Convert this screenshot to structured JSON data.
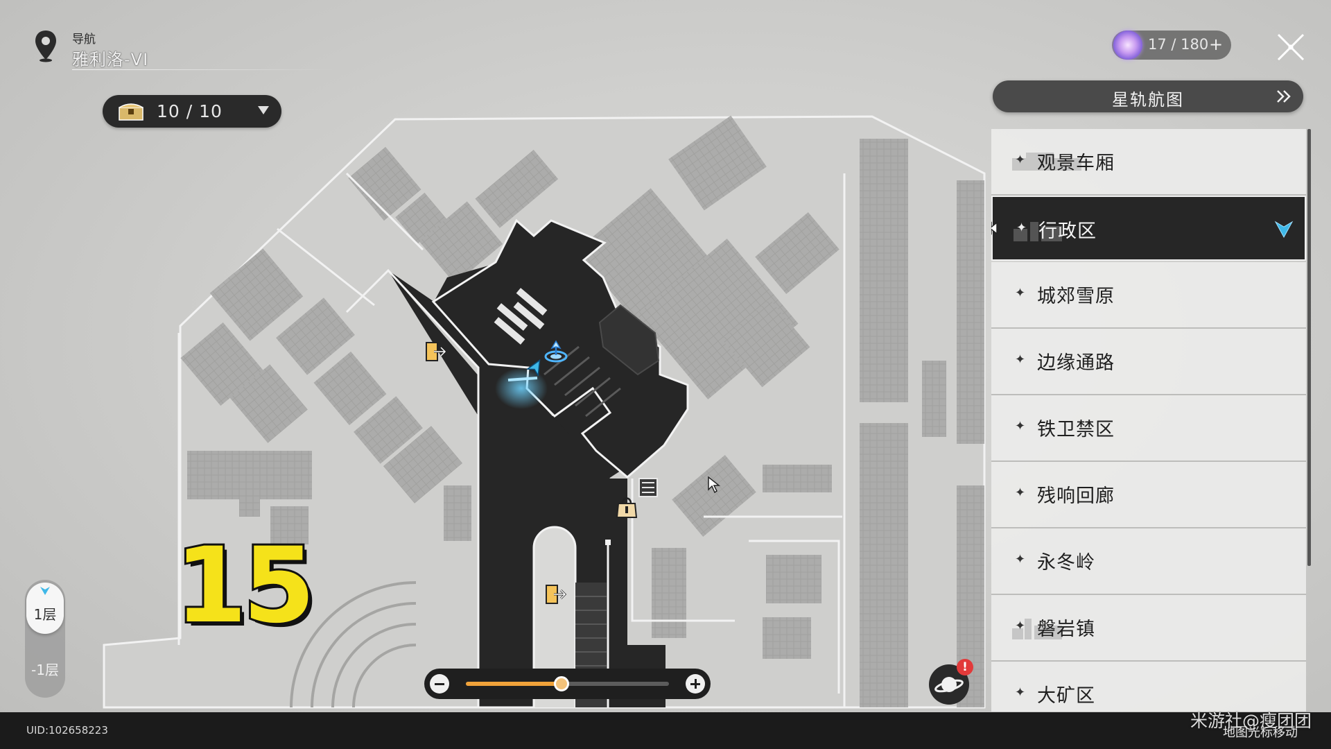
{
  "header": {
    "nav_label": "导航",
    "location": "雅利洛-VI"
  },
  "chest_counter": {
    "value": "10 / 10",
    "icon": "chest-icon"
  },
  "stamina": {
    "value": "17 / 180",
    "plus": "+",
    "icon": "trailblaze-power-icon"
  },
  "star_rail_map": {
    "label": "星轨航图"
  },
  "regions": {
    "items": [
      {
        "label": "观景车厢",
        "selected": false
      },
      {
        "label": "行政区",
        "selected": true
      },
      {
        "label": "城郊雪原",
        "selected": false
      },
      {
        "label": "边缘通路",
        "selected": false
      },
      {
        "label": "铁卫禁区",
        "selected": false
      },
      {
        "label": "残响回廊",
        "selected": false
      },
      {
        "label": "永冬岭",
        "selected": false
      },
      {
        "label": "磐岩镇",
        "selected": false
      },
      {
        "label": "大矿区",
        "selected": false
      }
    ]
  },
  "floors": {
    "current": "1层",
    "other": "-1层"
  },
  "overlay_number": "15",
  "zoom": {
    "level": 0.47
  },
  "alert": {
    "badge": "!"
  },
  "footer": {
    "uid": "UID:102658223",
    "cursor_hint": "地图光标移动",
    "watermark": "米游社@瘦团团"
  },
  "colors": {
    "accent": "#3fb8e8",
    "selected_bg": "#262626",
    "zoom_fill": "#f0a23a",
    "number_fill": "#f5e21a",
    "alert": "#e23a3a"
  }
}
